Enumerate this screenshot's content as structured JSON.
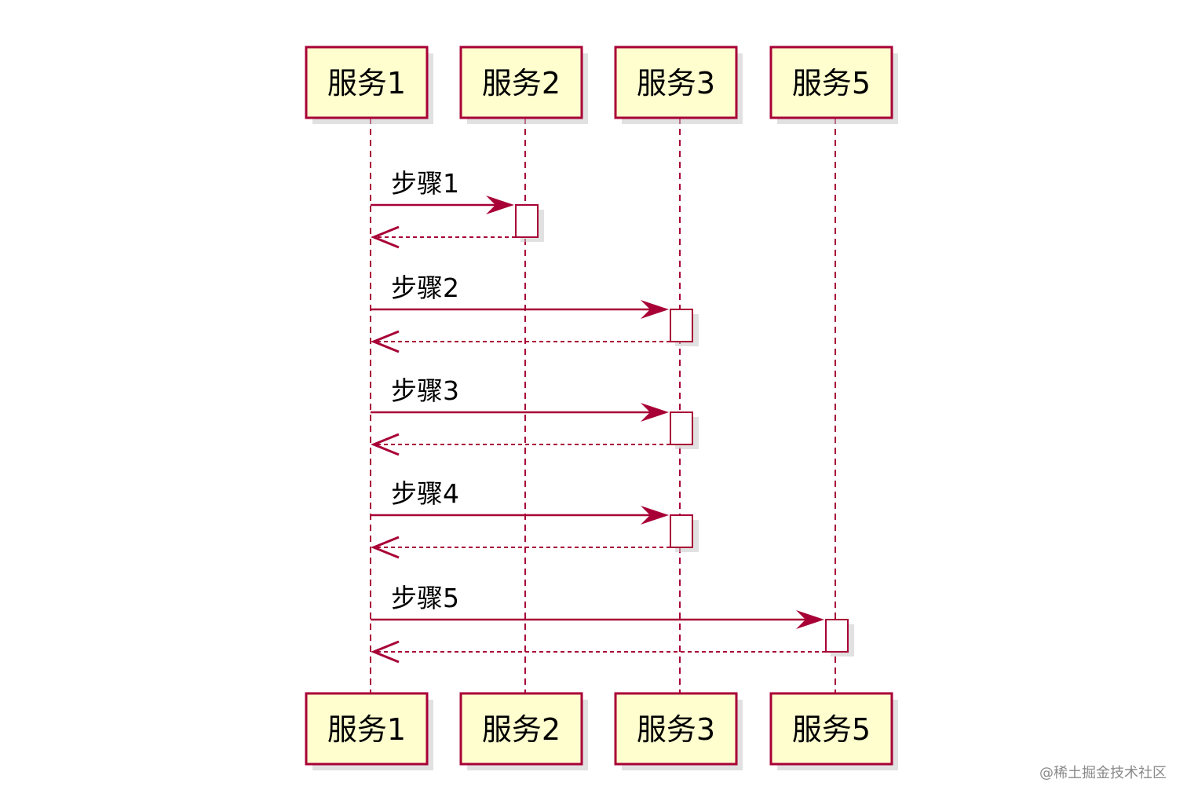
{
  "participants": [
    "服务1",
    "服务2",
    "服务3",
    "服务5"
  ],
  "messages": [
    {
      "label": "步骤1",
      "from": 0,
      "to": 1
    },
    {
      "label": "步骤2",
      "from": 0,
      "to": 2
    },
    {
      "label": "步骤3",
      "from": 0,
      "to": 2
    },
    {
      "label": "步骤4",
      "from": 0,
      "to": 2
    },
    {
      "label": "步骤5",
      "from": 0,
      "to": 3
    }
  ],
  "colors": {
    "border": "#a80036",
    "participant_fill": "#fefece",
    "activation_fill": "#ffffff"
  },
  "watermark": "@稀土掘金技术社区"
}
